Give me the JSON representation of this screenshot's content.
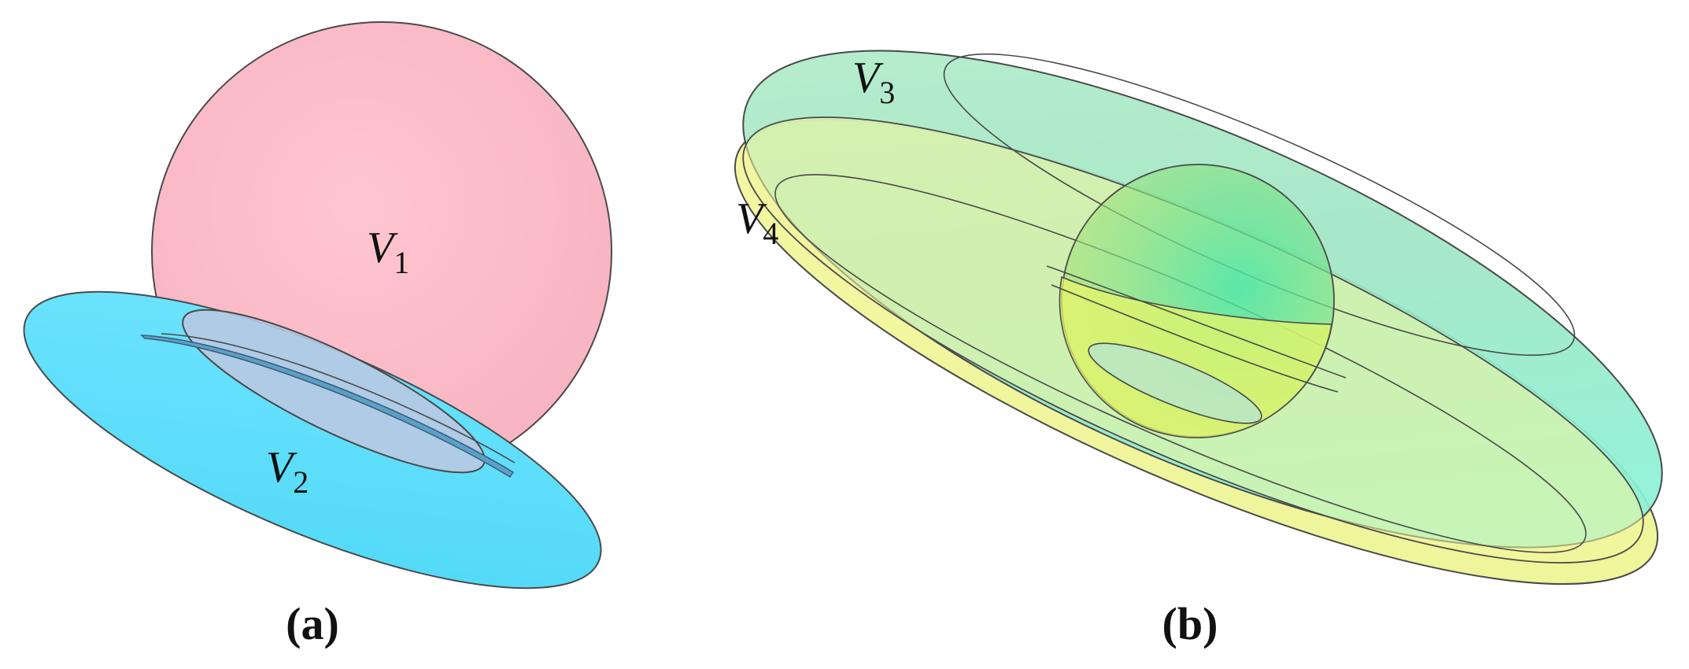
{
  "panels": [
    {
      "caption": "(a)",
      "volumes": [
        {
          "symbol": "V",
          "index": "1",
          "color": "#ffc0cb"
        },
        {
          "symbol": "V",
          "index": "2",
          "color": "#5ce1ff"
        }
      ]
    },
    {
      "caption": "(b)",
      "volumes": [
        {
          "symbol": "V",
          "index": "3",
          "color": "#a6e9c4"
        },
        {
          "symbol": "V",
          "index": "4",
          "color": "#f3f39a"
        }
      ]
    }
  ]
}
